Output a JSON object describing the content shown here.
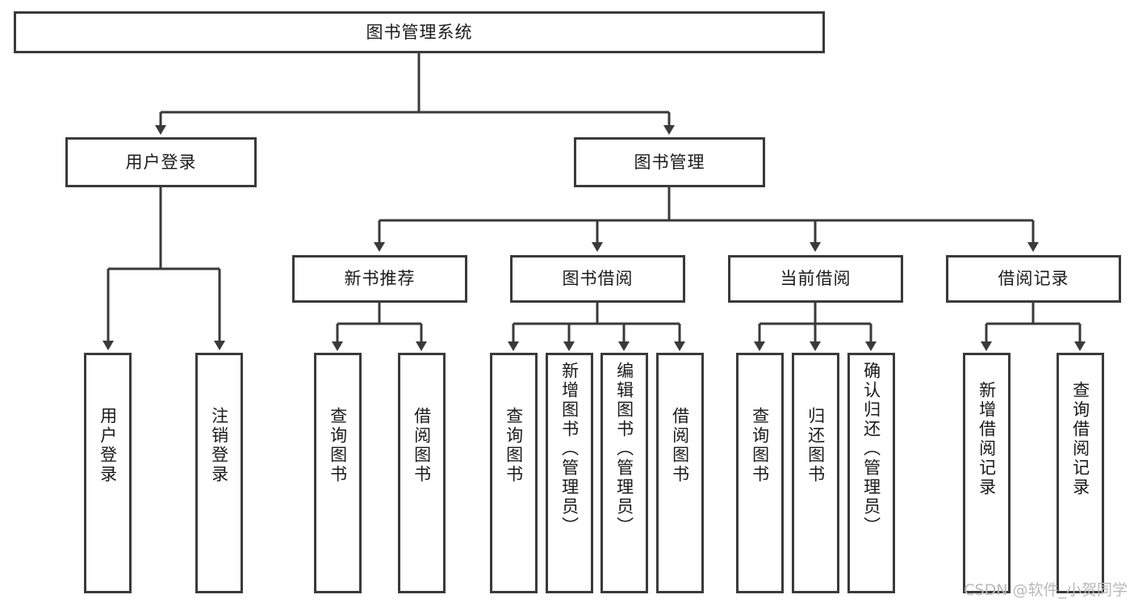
{
  "diagram": {
    "title": "图书管理系统",
    "type": "tree-hierarchy-diagram",
    "colors": {
      "box_border": "#3a3a3a",
      "box_fill": "#ffffff",
      "edge": "#3a3a3a",
      "text": "#1a1a1a",
      "watermark": "#b9b9b9",
      "background": "#ffffff"
    },
    "root": {
      "label": "图书管理系统"
    },
    "level2": [
      {
        "label": "用户登录"
      },
      {
        "label": "图书管理"
      }
    ],
    "level3": [
      {
        "label": "新书推荐"
      },
      {
        "label": "图书借阅"
      },
      {
        "label": "当前借阅"
      },
      {
        "label": "借阅记录"
      }
    ],
    "leaves": {
      "user_login": [
        {
          "label": "用户登录"
        },
        {
          "label": "注销登录"
        }
      ],
      "new_book_recommend": [
        {
          "label": "查询图书"
        },
        {
          "label": "借阅图书"
        }
      ],
      "book_borrow": [
        {
          "label": "查询图书"
        },
        {
          "label": "新增图书（管理员）"
        },
        {
          "label": "编辑图书（管理员）"
        },
        {
          "label": "借阅图书"
        }
      ],
      "current_borrow": [
        {
          "label": "查询图书"
        },
        {
          "label": "归还图书"
        },
        {
          "label": "确认归还（管理员）"
        }
      ],
      "borrow_records": [
        {
          "label": "新增借阅记录"
        },
        {
          "label": "查询借阅记录"
        }
      ]
    }
  },
  "watermark": {
    "text": "CSDN @软件_小贺同学"
  }
}
